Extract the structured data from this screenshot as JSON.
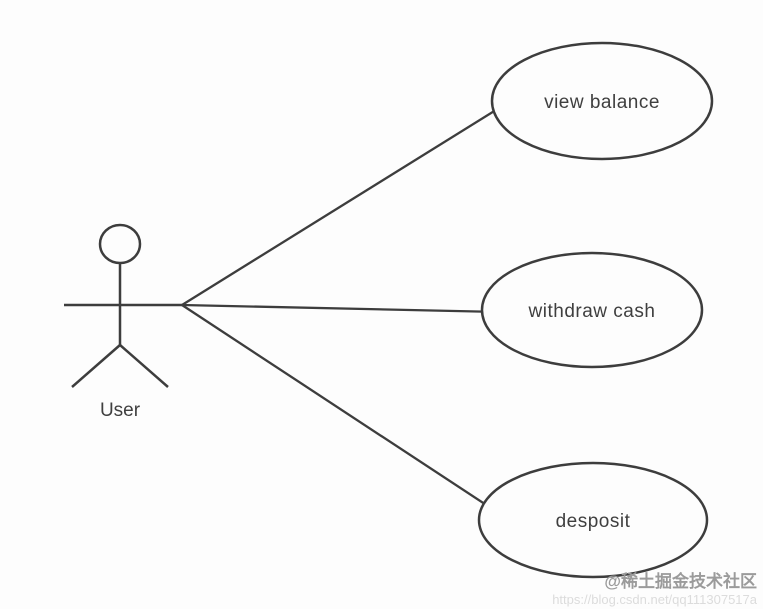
{
  "diagram": {
    "type": "uml-use-case",
    "actor": {
      "label": "User"
    },
    "use_cases": [
      {
        "label": "view balance"
      },
      {
        "label": "withdraw cash"
      },
      {
        "label": "desposit"
      }
    ],
    "associations": [
      {
        "from": "User",
        "to": "view balance"
      },
      {
        "from": "User",
        "to": "withdraw cash"
      },
      {
        "from": "User",
        "to": "desposit"
      }
    ]
  },
  "watermark": {
    "community": "@稀土掘金技术社区",
    "url": "https://blog.csdn.net/qq111307517a"
  },
  "colors": {
    "line": "#3d3d3d",
    "text": "#3f3f3f",
    "background": "#fdfdfd",
    "watermark_text": "#9b9b9b",
    "watermark_url": "#dcdcdc"
  }
}
